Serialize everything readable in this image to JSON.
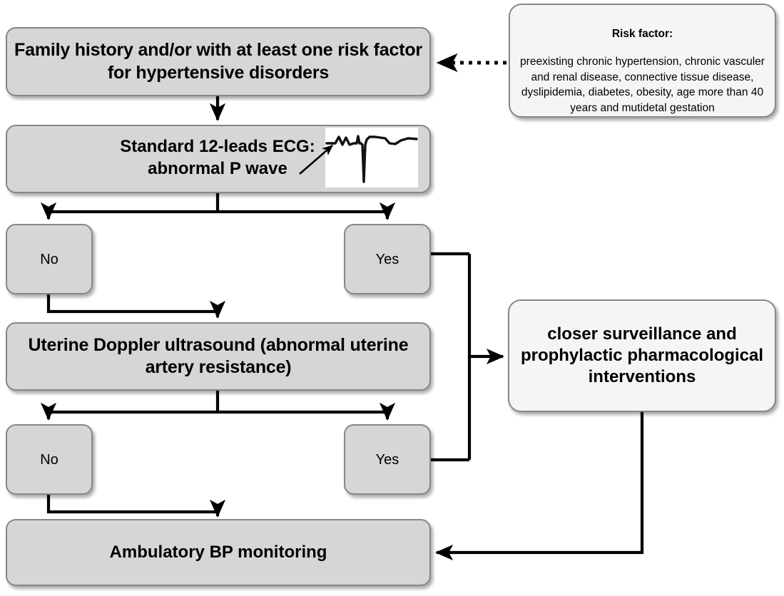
{
  "diagram": {
    "title_present": false,
    "colors": {
      "node_fill": "#d6d6d6",
      "node_fill_light": "#f3f5f6",
      "node_border": "#878787",
      "line": "#000000",
      "background": "#ffffff"
    },
    "nodes": {
      "family_history": "Family history and/or with at least one risk factor for hypertensive disorders",
      "ecg_label": "Standard 12-leads ECG:\nabnormal P wave",
      "ecg_inset_name": "ecg-waveform-abnormal-p-wave",
      "no_1": "No",
      "yes_1": "Yes",
      "doppler": "Uterine Doppler ultrasound (abnormal uterine artery resistance)",
      "no_2": "No",
      "yes_2": "Yes",
      "ambulatory": "Ambulatory BP monitoring",
      "surveillance": "closer surveillance and prophylactic pharmacological interventions"
    },
    "risk_box": {
      "title": "Risk factor:",
      "body": "preexisting chronic hypertension, chronic vasculer and renal disease, connective tissue disease, dyslipidemia, diabetes, obesity, age more than 40 years and mutidetal gestation"
    },
    "edges": [
      {
        "name": "risk-to-family",
        "style": "dotted",
        "from": "risk_box",
        "to": "family_history",
        "arrow": "left"
      },
      {
        "name": "family-to-ecg",
        "style": "solid",
        "from": "family_history",
        "to": "ecg_label",
        "arrow": "down"
      },
      {
        "name": "ecg-to-no1",
        "style": "solid",
        "from": "ecg_label",
        "to": "no_1",
        "arrow": "down"
      },
      {
        "name": "ecg-to-yes1",
        "style": "solid",
        "from": "ecg_label",
        "to": "yes_1",
        "arrow": "down"
      },
      {
        "name": "no1-to-doppler",
        "style": "solid",
        "from": "no_1",
        "to": "doppler",
        "arrow": "down"
      },
      {
        "name": "yes1-to-surveillance",
        "style": "solid",
        "from": "yes_1",
        "to": "surveillance",
        "arrow": "right"
      },
      {
        "name": "doppler-to-no2",
        "style": "solid",
        "from": "doppler",
        "to": "no_2",
        "arrow": "down"
      },
      {
        "name": "doppler-to-yes2",
        "style": "solid",
        "from": "doppler",
        "to": "yes_2",
        "arrow": "down"
      },
      {
        "name": "no2-to-ambulatory",
        "style": "solid",
        "from": "no_2",
        "to": "ambulatory",
        "arrow": "down"
      },
      {
        "name": "yes2-to-surveillance",
        "style": "solid",
        "from": "yes_2",
        "to": "surveillance",
        "arrow": "right"
      },
      {
        "name": "surveillance-to-ambulatory",
        "style": "solid",
        "from": "surveillance",
        "to": "ambulatory",
        "arrow": "left"
      }
    ]
  }
}
